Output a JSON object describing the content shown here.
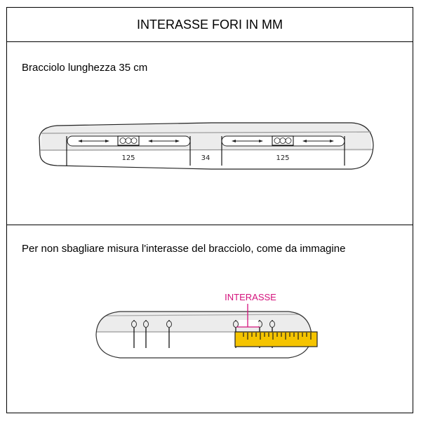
{
  "header": {
    "title": "INTERASSE FORI IN MM"
  },
  "section_armrest": {
    "caption": "Bracciolo lunghezza 35 cm",
    "dimensions": {
      "slot_left": "125",
      "gap": "34",
      "slot_right": "125"
    },
    "hole_group_symbol": "OOO"
  },
  "section_measure": {
    "caption": "Per non sbagliare misura l'interasse del bracciolo, come da immagine",
    "annotation_label": "INTERASSE"
  },
  "colors": {
    "border": "#000000",
    "armrest_top_fill": "#ececec",
    "annotation": "#d4127c",
    "ruler_fill": "#f5c400"
  }
}
